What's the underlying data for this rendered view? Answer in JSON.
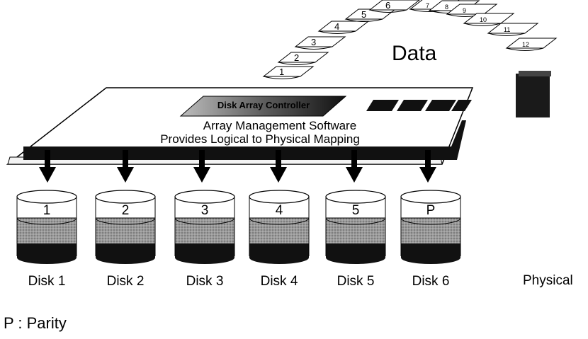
{
  "data_label": "Data",
  "controller_label": "Disk Array Controller",
  "software_line1": "Array Management Software",
  "software_line2": "Provides Logical to Physical Mapping",
  "pages": [
    "1",
    "2",
    "3",
    "4",
    "5",
    "6",
    "7",
    "8",
    "9",
    "10",
    "11",
    "12"
  ],
  "disks": [
    {
      "top": "1",
      "label": "Disk 1"
    },
    {
      "top": "2",
      "label": "Disk 2"
    },
    {
      "top": "3",
      "label": "Disk 3"
    },
    {
      "top": "4",
      "label": "Disk 4"
    },
    {
      "top": "5",
      "label": "Disk 5"
    },
    {
      "top": "P",
      "label": "Disk 6"
    }
  ],
  "physical_label": "Physical",
  "legend": "P : Parity"
}
